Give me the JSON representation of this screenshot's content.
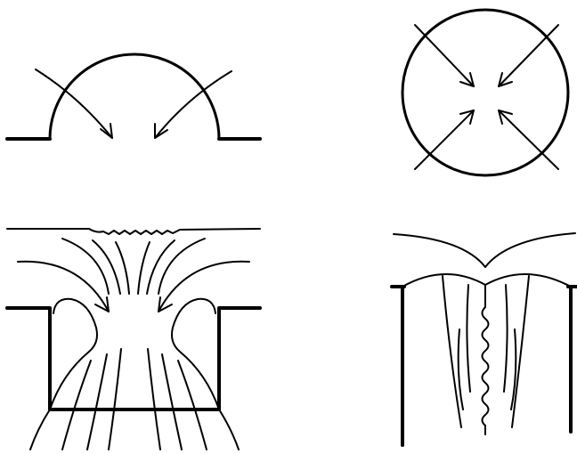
{
  "panels": [
    {
      "id": "dome",
      "icon": "dome-convergence-icon"
    },
    {
      "id": "circle",
      "icon": "circle-inward-arrows-icon"
    },
    {
      "id": "trench",
      "icon": "trench-flow-icon"
    },
    {
      "id": "crack",
      "icon": "crack-flow-icon"
    }
  ],
  "colors": {
    "stroke": "#000000",
    "background": "#ffffff"
  }
}
